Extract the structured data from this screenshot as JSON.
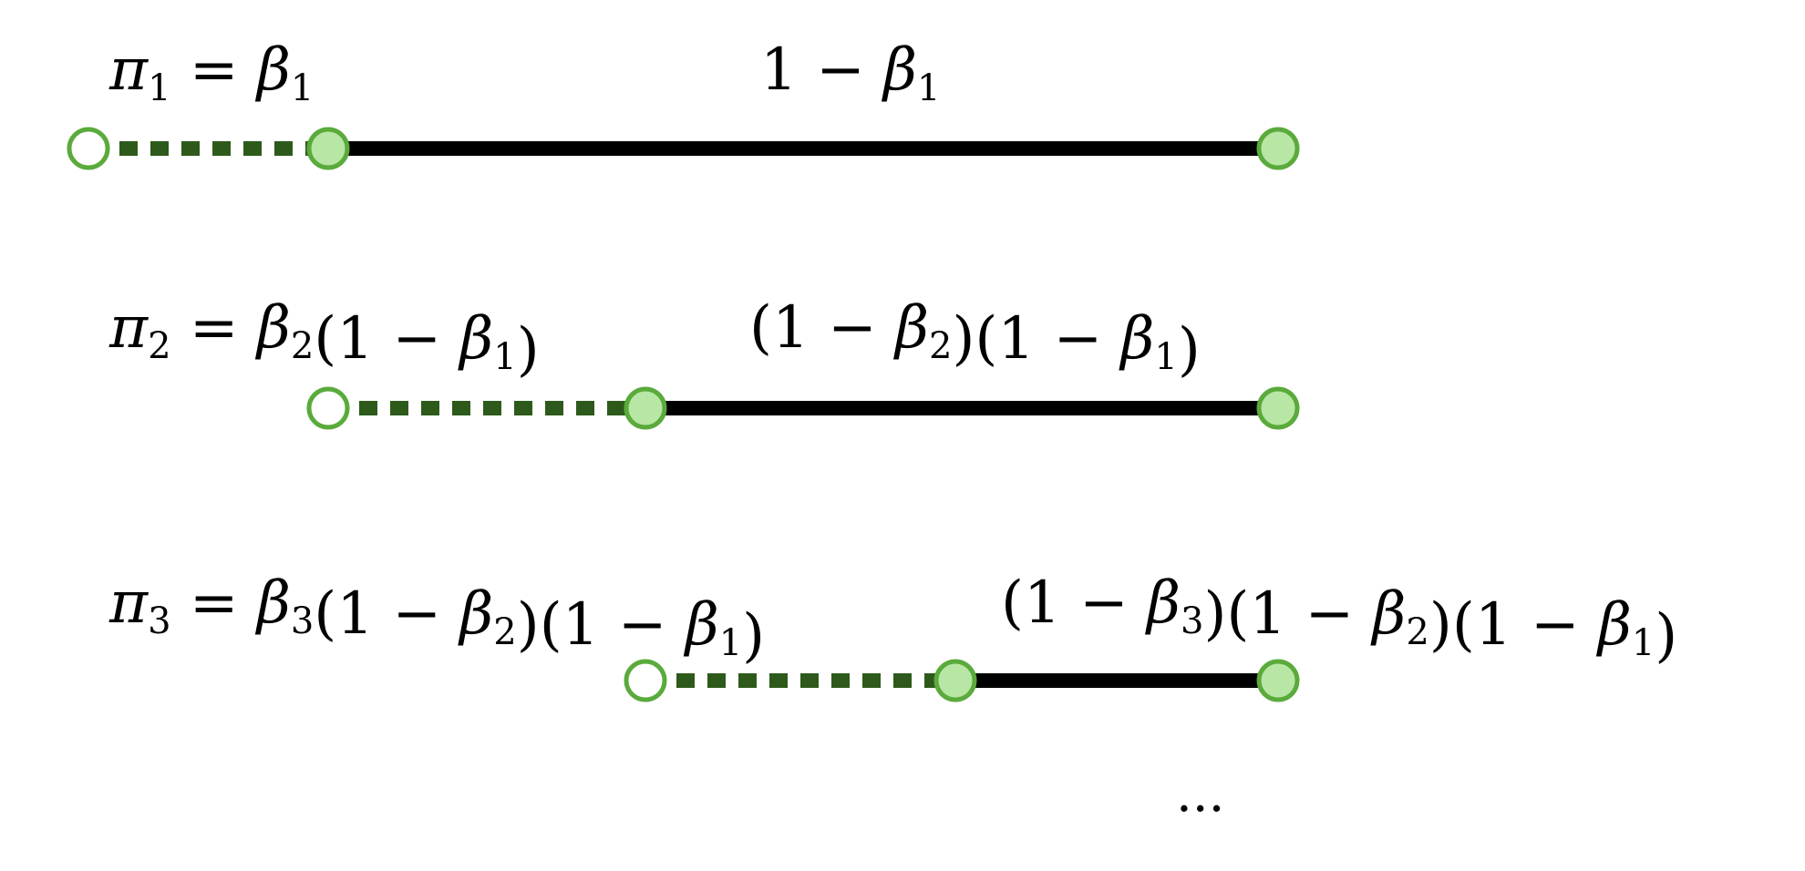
{
  "colors": {
    "solid_line": "#000000",
    "dashed_line": "#2d5a1b",
    "node_stroke": "#5aaa3c",
    "node_fill": "#b8e6a4",
    "open_node_fill": "#ffffff"
  },
  "rows": [
    {
      "pi_label": {
        "symbol": "π",
        "sub": "1"
      },
      "left_expr": [
        {
          "t": "= ",
          "i": false
        },
        {
          "t": "β",
          "i": true,
          "s": "1"
        }
      ],
      "right_expr": [
        {
          "t": "1 − ",
          "i": false
        },
        {
          "t": "β",
          "i": true,
          "s": "1"
        }
      ]
    },
    {
      "pi_label": {
        "symbol": "π",
        "sub": "2"
      },
      "left_expr": [
        {
          "t": "= ",
          "i": false
        },
        {
          "t": "β",
          "i": true,
          "s": "2"
        },
        {
          "t": "(1 − ",
          "i": false
        },
        {
          "t": "β",
          "i": true,
          "s": "1"
        },
        {
          "t": ")",
          "i": false
        }
      ],
      "right_expr": [
        {
          "t": "(1 − ",
          "i": false
        },
        {
          "t": "β",
          "i": true,
          "s": "2"
        },
        {
          "t": ")(1 − ",
          "i": false
        },
        {
          "t": "β",
          "i": true,
          "s": "1"
        },
        {
          "t": ")",
          "i": false
        }
      ]
    },
    {
      "pi_label": {
        "symbol": "π",
        "sub": "3"
      },
      "left_expr": [
        {
          "t": "=  ",
          "i": false
        },
        {
          "t": "β",
          "i": true,
          "s": "3"
        },
        {
          "t": "(1 − ",
          "i": false
        },
        {
          "t": "β",
          "i": true,
          "s": "2"
        },
        {
          "t": ")(1 − ",
          "i": false
        },
        {
          "t": "β",
          "i": true,
          "s": "1"
        },
        {
          "t": ")",
          "i": false
        }
      ],
      "right_expr": [
        {
          "t": "(1 − ",
          "i": false
        },
        {
          "t": "β",
          "i": true,
          "s": "3"
        },
        {
          "t": ")(1 − ",
          "i": false
        },
        {
          "t": "β",
          "i": true,
          "s": "2"
        },
        {
          "t": ")(1 − ",
          "i": false
        },
        {
          "t": "β",
          "i": true,
          "s": "1"
        },
        {
          "t": ")",
          "i": false
        }
      ]
    }
  ],
  "ellipsis": "..."
}
